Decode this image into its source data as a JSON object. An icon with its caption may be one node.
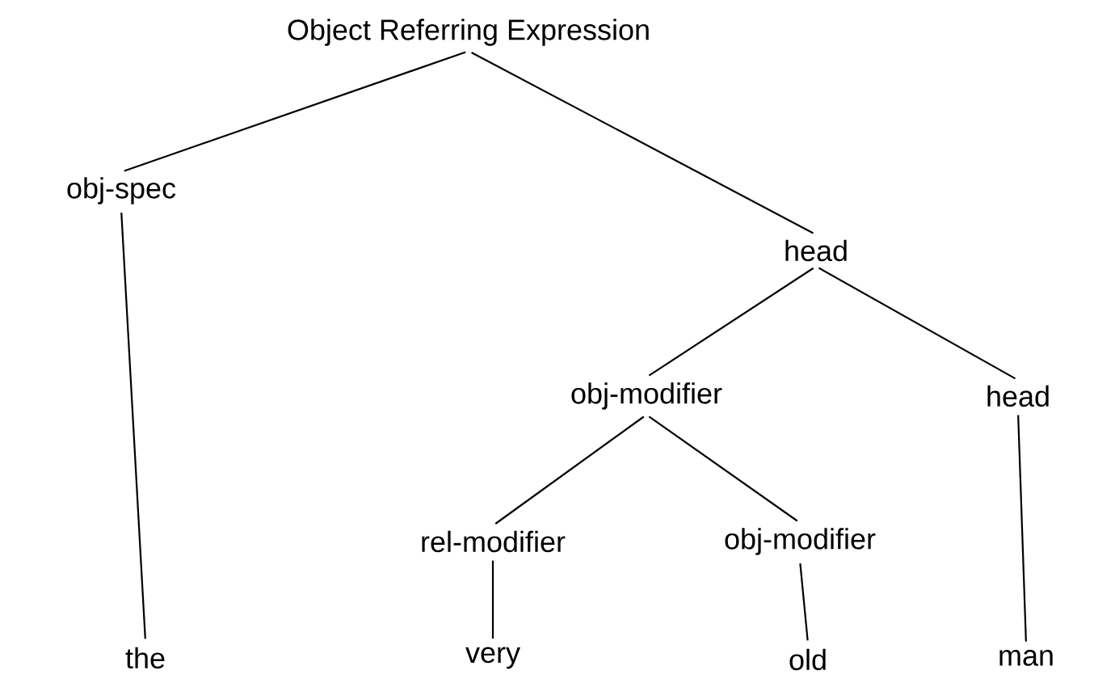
{
  "diagram": {
    "nodes": [
      {
        "text": [
          "Object Referring Expression"
        ]
      },
      {
        "text": [
          "obj-spec"
        ]
      },
      {
        "text": [
          "head"
        ]
      },
      {
        "text": [
          "obj-modifier"
        ]
      },
      {
        "text": [
          "head"
        ]
      },
      {
        "text": [
          "rel-modifier"
        ]
      },
      {
        "text": [
          "obj-modifier"
        ]
      },
      {
        "text": [
          "the"
        ]
      },
      {
        "text": [
          "very"
        ]
      },
      {
        "text": [
          "old"
        ]
      },
      {
        "text": [
          "man"
        ]
      }
    ],
    "edges": [
      {
        "from": 0,
        "to": 1,
        "arrow": "none"
      },
      {
        "from": 0,
        "to": 2,
        "arrow": "none"
      },
      {
        "from": 1,
        "to": 7,
        "arrow": "none"
      },
      {
        "from": 2,
        "to": 3,
        "arrow": "none"
      },
      {
        "from": 2,
        "to": 4,
        "arrow": "none"
      },
      {
        "from": 3,
        "to": 5,
        "arrow": "none"
      },
      {
        "from": 3,
        "to": 6,
        "arrow": "none"
      },
      {
        "from": 5,
        "to": 8,
        "arrow": "none"
      },
      {
        "from": 6,
        "to": 9,
        "arrow": "none"
      },
      {
        "from": 4,
        "to": 10,
        "arrow": "none"
      }
    ]
  }
}
